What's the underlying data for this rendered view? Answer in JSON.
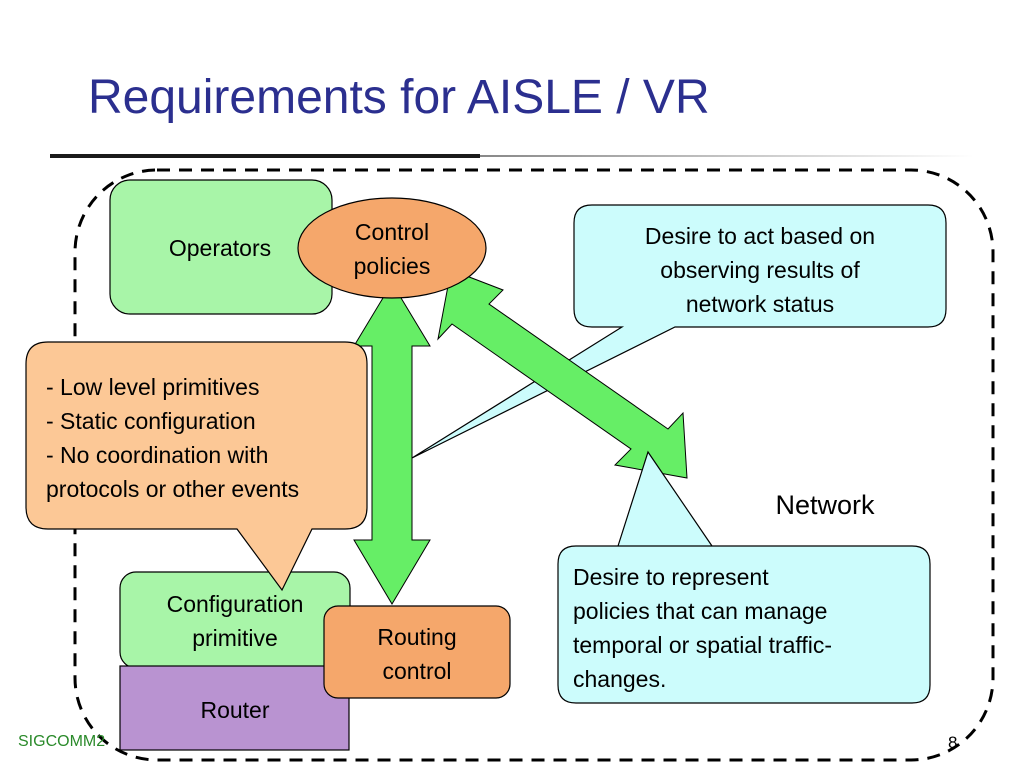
{
  "title": "Requirements for AISLE / VR",
  "nodes": {
    "operators": "Operators",
    "control_policies": [
      "Control",
      "policies"
    ],
    "configuration_primitive": [
      "Configuration",
      "primitive"
    ],
    "routing_control": [
      "Routing",
      "control"
    ],
    "router": "Router",
    "network": "Network"
  },
  "callouts": {
    "problems": [
      "- Low level primitives",
      "- Static configuration",
      "- No coordination with",
      "protocols or other events"
    ],
    "observe": [
      "Desire to act based on",
      "observing results of",
      "network status"
    ],
    "temporal": [
      "Desire to represent",
      "policies that can manage",
      "temporal or spatial traffic-",
      "changes."
    ]
  },
  "footer": {
    "venue": "SIGCOMM2",
    "page": "8"
  },
  "colors": {
    "title": "#2b2f8f",
    "operators_fill": "#a8f5a8",
    "policy_fill": "#f5a76b",
    "problem_fill": "#fcc896",
    "callout_fill": "#ccfcfc",
    "router_fill": "#b993d1",
    "arrow_fill": "#66ee66"
  }
}
